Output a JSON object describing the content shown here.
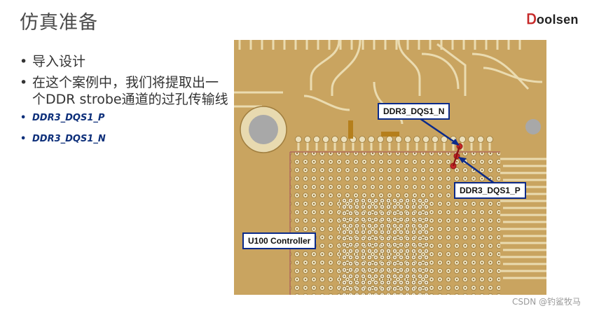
{
  "slide": {
    "title": "仿真准备",
    "logo": {
      "mark": "Ꭰ",
      "text": "oolsen"
    }
  },
  "bullets": [
    {
      "text": "导入设计"
    },
    {
      "text": "在这个案例中，我们将提取出一个DDR strobe通道的过孔传输线"
    }
  ],
  "sub_bullets": [
    {
      "text": "DDR3_DQS1_P"
    },
    {
      "text": "DDR3_DQS1_N"
    }
  ],
  "pcb": {
    "labels": {
      "dqs_n": "DDR3_DQS1_N",
      "dqs_p": "DDR3_DQS1_P",
      "controller": "U100 Controller"
    },
    "colors": {
      "board": "#c9a460",
      "trace": "#e9d9aa",
      "pad": "#ece0bc",
      "callout_border": "#0b2a8a",
      "highlight": "#c62828"
    }
  },
  "watermark": "CSDN @钓鲨牧马"
}
